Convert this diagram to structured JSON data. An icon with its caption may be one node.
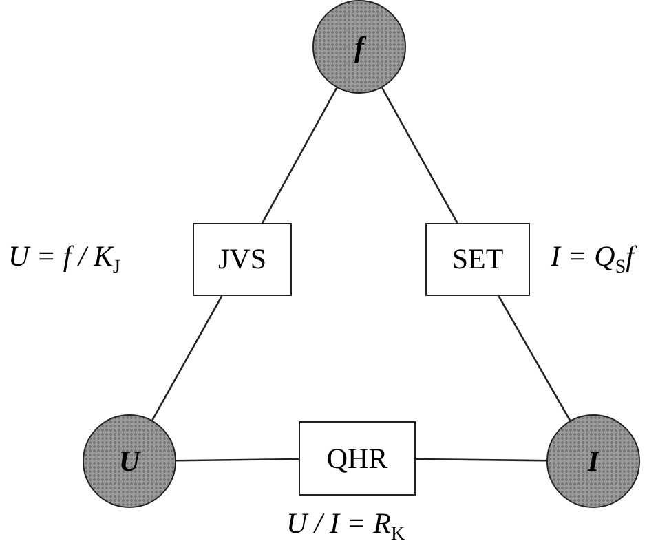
{
  "diagram": {
    "nodes": [
      {
        "text": [
          "f"
        ]
      },
      {
        "text": [
          "JVS"
        ],
        "beside": [
          "U = f / K$_{J}$"
        ]
      },
      {
        "text": [
          "SET"
        ],
        "beside": [
          "I = Q$_{S}$f"
        ]
      },
      {
        "text": [
          "U"
        ]
      },
      {
        "text": [
          "QHR"
        ],
        "beside": [
          "U / I = R$_{K}$"
        ]
      },
      {
        "text": [
          "I"
        ]
      }
    ],
    "edges": [
      {
        "from": 0,
        "to": 1,
        "arrow": "none"
      },
      {
        "from": 1,
        "to": 3,
        "arrow": "none"
      },
      {
        "from": 0,
        "to": 2,
        "arrow": "none"
      },
      {
        "from": 2,
        "to": 5,
        "arrow": "none"
      },
      {
        "from": 3,
        "to": 4,
        "arrow": "none"
      },
      {
        "from": 4,
        "to": 5,
        "arrow": "none"
      }
    ]
  }
}
